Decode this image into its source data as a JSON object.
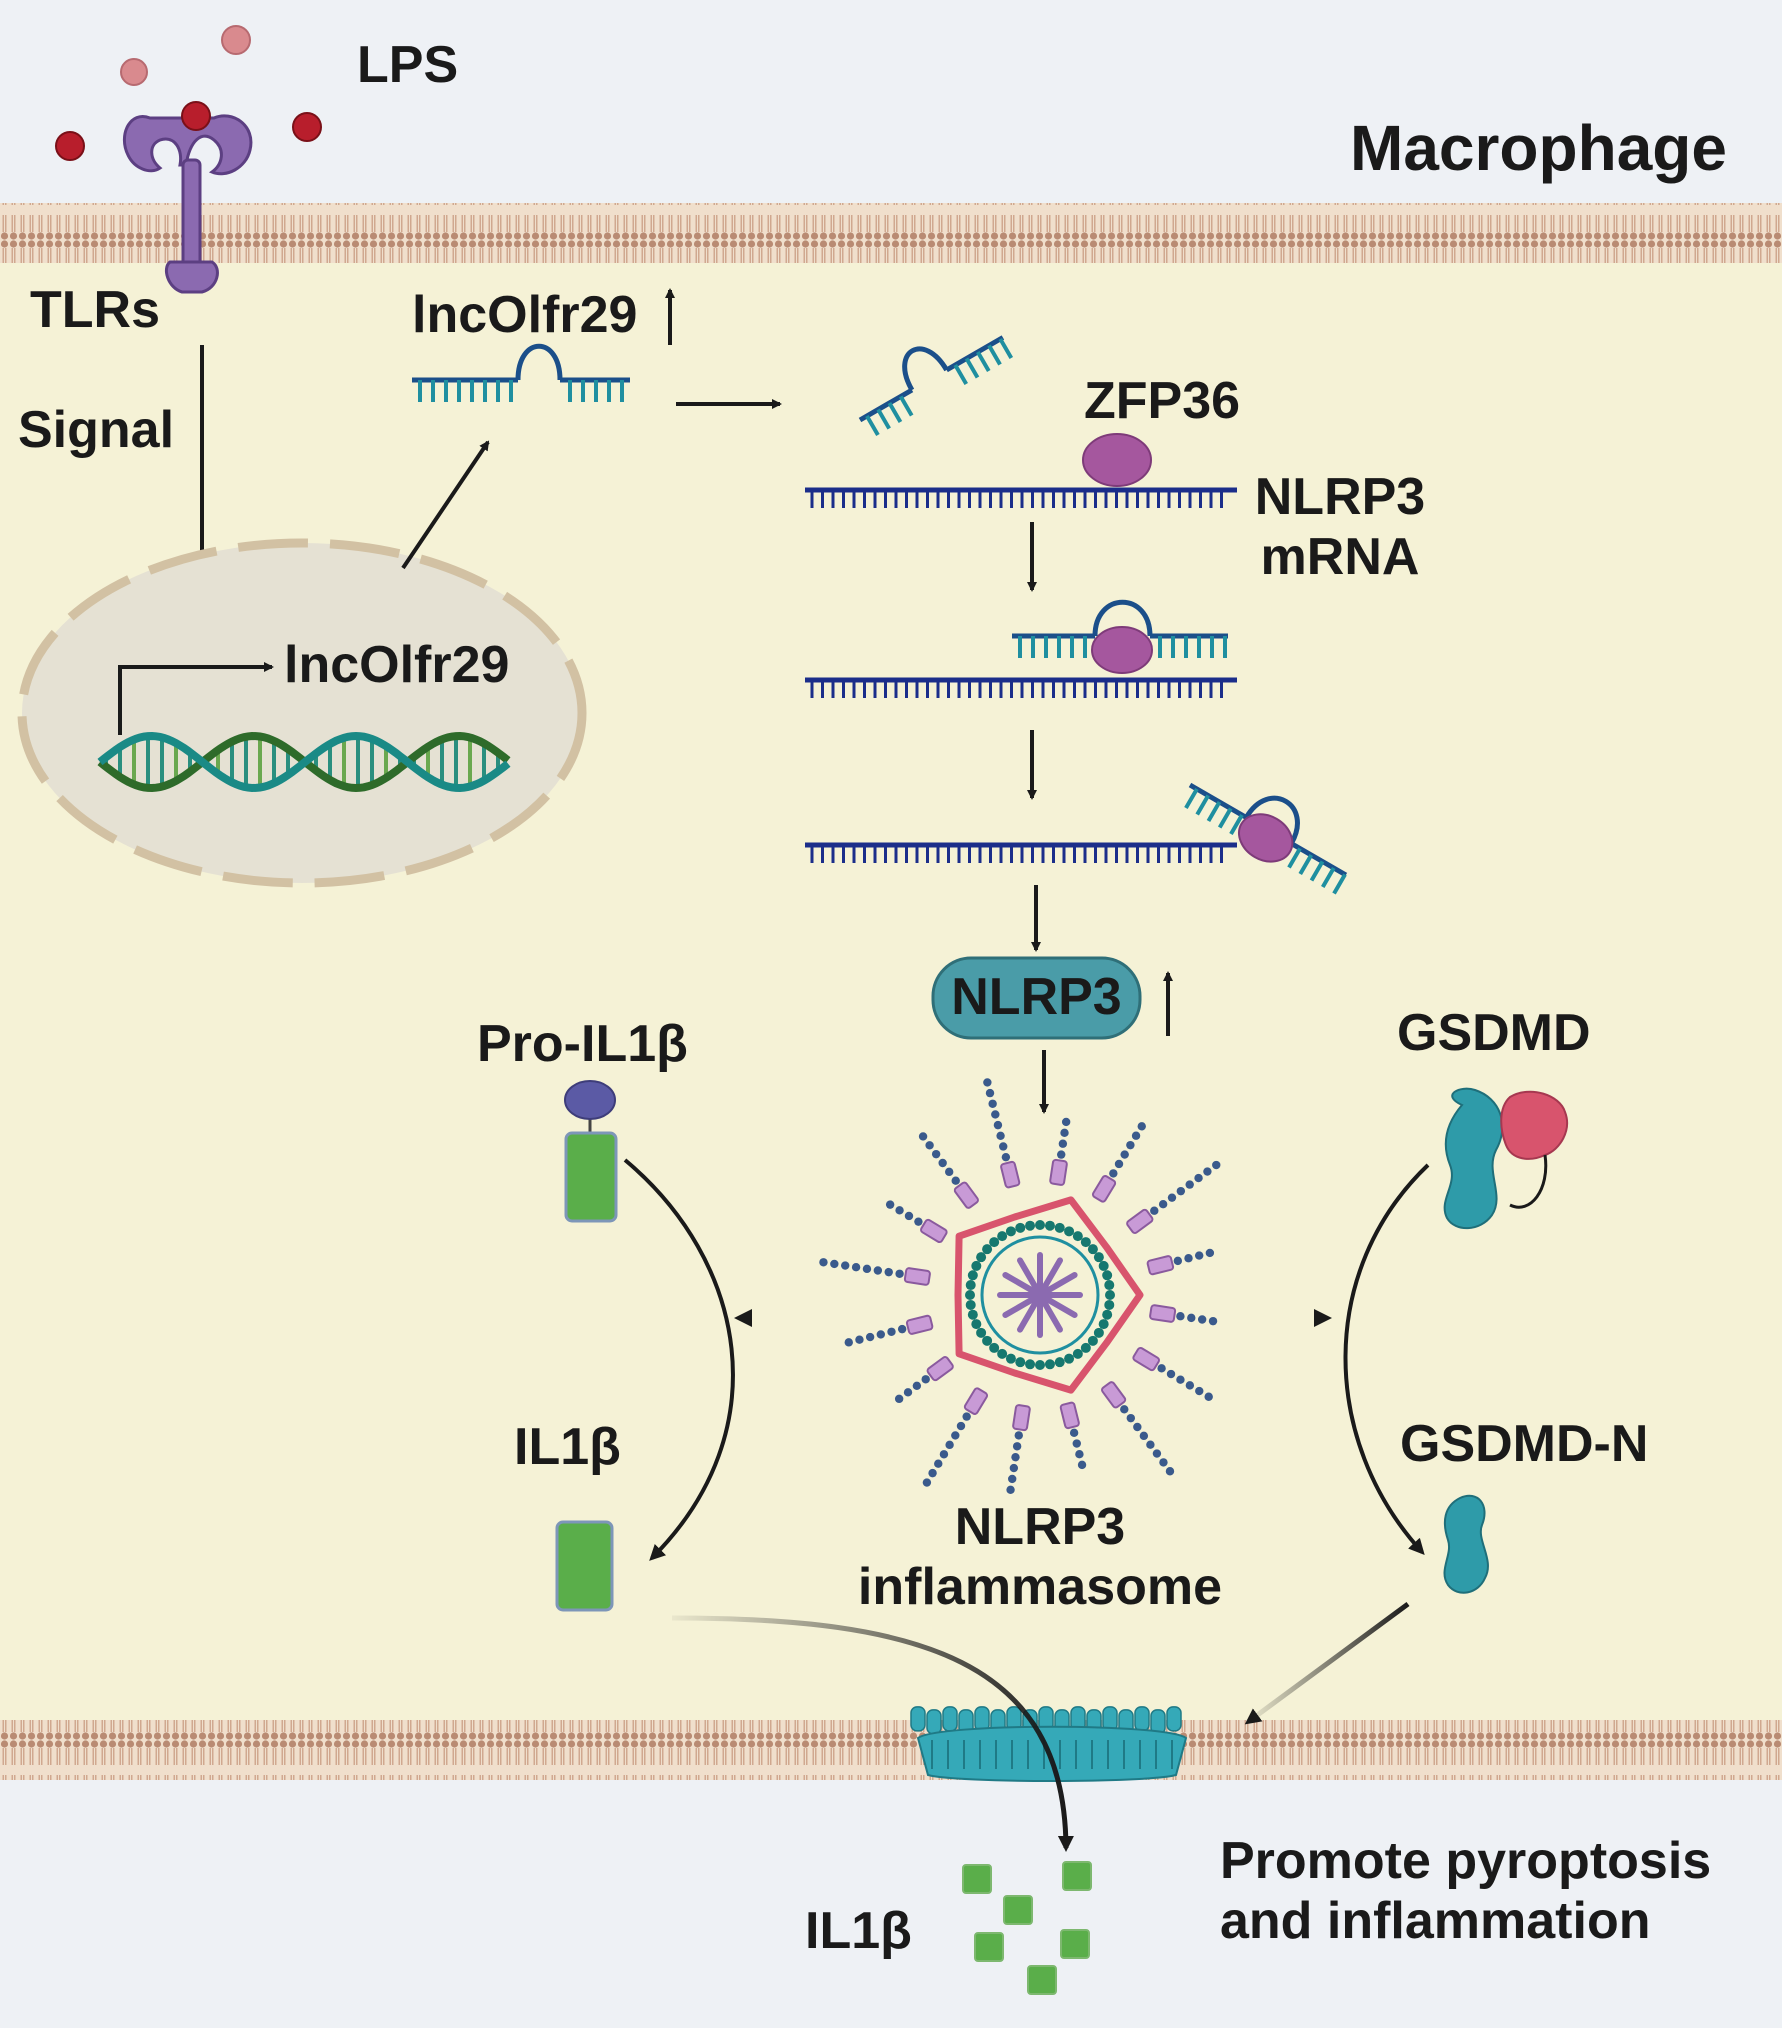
{
  "colors": {
    "cytoplasm": "#f5f2d6",
    "outside": "#eef1f5",
    "membrane_head": "#b98b73",
    "membrane_tail": "#e9c9ad",
    "receptor": "#8b6ab0",
    "lps_dot": "#b81e2c",
    "lps_dot_light": "#d98a8e",
    "nucleus_fill": "#e5e1d3",
    "nucleus_dash": "#d2c1a3",
    "rna_teal": "#1f8fa0",
    "mrna_blue": "#1b2e8a",
    "zfp36": "#a5579e",
    "nlrp3_box": "#4a9ca8",
    "il1b_green": "#5aae4a",
    "pro_cap": "#5b5aa5",
    "gsdmd_teal": "#2e9ba9",
    "gsdmd_pink": "#d8546d",
    "pore_teal": "#35a9b8",
    "inflammasome_red": "#d8546d",
    "inflammasome_purple": "#a26db5",
    "inflammasome_blue": "#3a5a8c",
    "inflammasome_teal": "#16786f"
  },
  "labels": {
    "lps": "LPS",
    "macrophage": "Macrophage",
    "tlrs": "TLRs",
    "signal": "Signal",
    "lncolfr29_cyto": "lncOlfr29",
    "lncolfr29_up_arrow": "↑",
    "lncolfr29_nucleus": "lncOlfr29",
    "zfp36": "ZFP36",
    "nlrp3_mrna_line1": "NLRP3",
    "nlrp3_mrna_line2": "mRNA",
    "nlrp3_protein": "NLRP3",
    "nlrp3_up_arrow": "↑",
    "pro_il1b": "Pro-IL1β",
    "gsdmd": "GSDMD",
    "il1b_inside": "IL1β",
    "gsdmd_n": "GSDMD-N",
    "inflammasome_line1": "NLRP3",
    "inflammasome_line2": "inflammasome",
    "promote_line1": "Promote pyroptosis",
    "promote_line2": "and inflammation",
    "il1b_outside": "IL1β"
  }
}
